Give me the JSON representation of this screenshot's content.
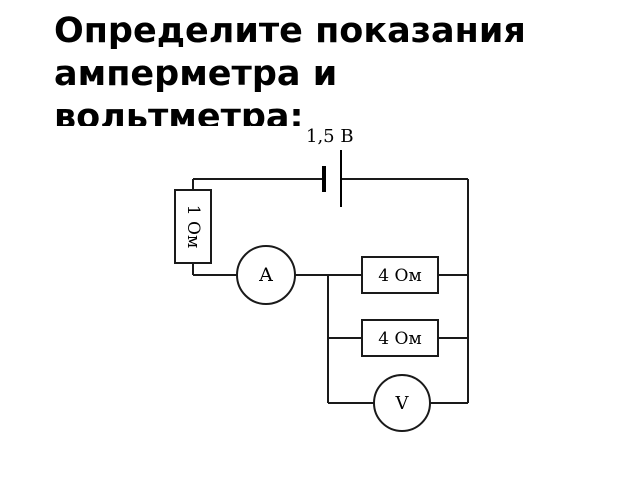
{
  "slide": {
    "title": "Определите показания\nамперметра и\nвольтметра:"
  },
  "circuit": {
    "source_label": "1,5 В",
    "resistor_r1_label": "1 Ом",
    "resistor_r2_label": "4 Ом",
    "resistor_r3_label": "4 Ом",
    "ammeter_label": "A",
    "voltmeter_label": "V"
  }
}
